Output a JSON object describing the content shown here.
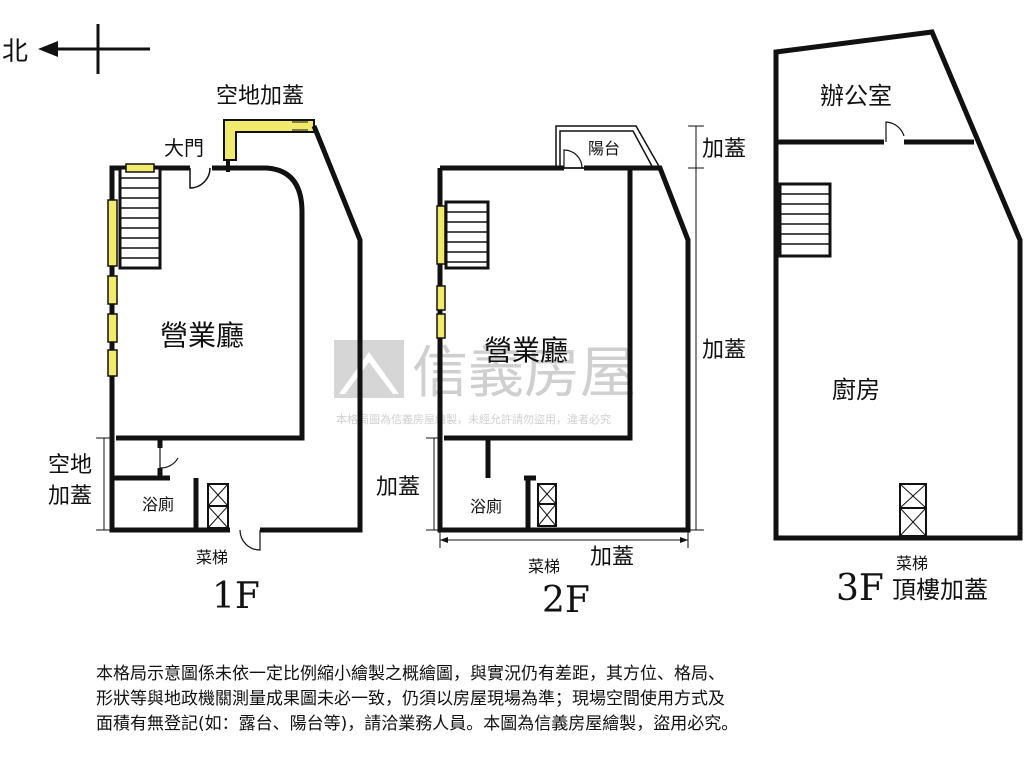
{
  "compass": {
    "north_label": "北"
  },
  "floor1": {
    "open_space_extension": "空地加蓋",
    "main_gate": "大門",
    "business_hall": "營業廳",
    "side_open_space_line1": "空地",
    "side_open_space_line2": "加蓋",
    "bathroom": "浴廁",
    "dumbwaiter": "菜梯",
    "floor_label": "1F"
  },
  "floor2": {
    "balcony": "陽台",
    "extension_top": "加蓋",
    "extension_right": "加蓋",
    "business_hall": "營業廳",
    "extension_left": "加蓋",
    "bathroom": "浴廁",
    "dumbwaiter": "菜梯",
    "extension_bottom": "加蓋",
    "floor_label": "2F"
  },
  "floor3": {
    "office": "辦公室",
    "kitchen": "廚房",
    "dumbwaiter": "菜梯",
    "floor_label": "3F",
    "rooftop_extension": "頂樓加蓋"
  },
  "watermark": {
    "brand": "信義房屋",
    "notice": "本格局圖為信義房屋繪製，未經允許請勿盜用，違者必究"
  },
  "disclaimer": {
    "line1": "本格局示意圖係未依一定比例縮小繪製之概繪圖，與實況仍有差距，其方位、格局、",
    "line2": "形狀等與地政機關測量成果圖未必一致，仍須以房屋現場為準；現場空間使用方式及",
    "line3": "面積有無登記(如：露台、陽台等)，請洽業務人員。本圖為信義房屋繪製，盜用必究。"
  },
  "colors": {
    "wall": "#111111",
    "extension": "#f2ea6a",
    "watermark": "#cfcfcf"
  }
}
